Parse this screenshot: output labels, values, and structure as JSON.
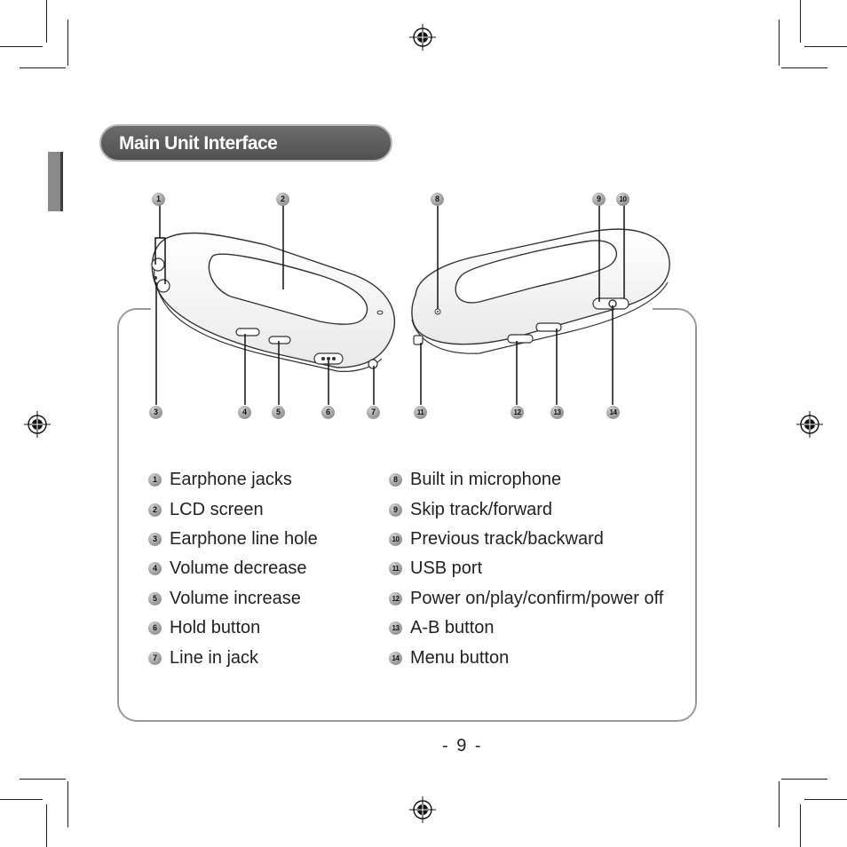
{
  "section": {
    "title": "Main Unit Interface"
  },
  "callouts": {
    "top": [
      "1",
      "2",
      "8",
      "9",
      "10"
    ],
    "bottom": [
      "3",
      "4",
      "5",
      "6",
      "7",
      "11",
      "12",
      "13",
      "14"
    ]
  },
  "legend": {
    "left": [
      {
        "number": "1",
        "label": "Earphone jacks"
      },
      {
        "number": "2",
        "label": "LCD screen"
      },
      {
        "number": "3",
        "label": "Earphone line hole"
      },
      {
        "number": "4",
        "label": "Volume decrease"
      },
      {
        "number": "5",
        "label": "Volume increase"
      },
      {
        "number": "6",
        "label": "Hold button"
      },
      {
        "number": "7",
        "label": "Line in jack"
      }
    ],
    "right": [
      {
        "number": "8",
        "label": "Built in microphone"
      },
      {
        "number": "9",
        "label": "Skip track/forward"
      },
      {
        "number": "10",
        "label": "Previous track/backward"
      },
      {
        "number": "11",
        "label": "USB port"
      },
      {
        "number": "12",
        "label": "Power on/play/confirm/power off"
      },
      {
        "number": "13",
        "label": "A-B button"
      },
      {
        "number": "14",
        "label": "Menu button"
      }
    ]
  },
  "page": {
    "number": "- 9 -"
  }
}
